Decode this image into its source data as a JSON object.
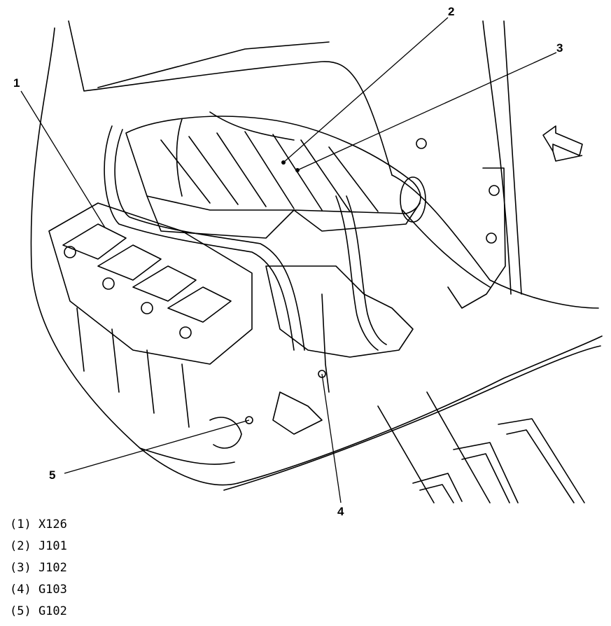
{
  "callouts": [
    {
      "number": "1"
    },
    {
      "number": "2"
    },
    {
      "number": "3"
    },
    {
      "number": "4"
    },
    {
      "number": "5"
    }
  ],
  "legend": [
    "(1) X126",
    "(2) J101",
    "(3) J102",
    "(4) G103",
    "(5) G102"
  ],
  "colors": {
    "line": "#000000",
    "background": "#ffffff"
  }
}
